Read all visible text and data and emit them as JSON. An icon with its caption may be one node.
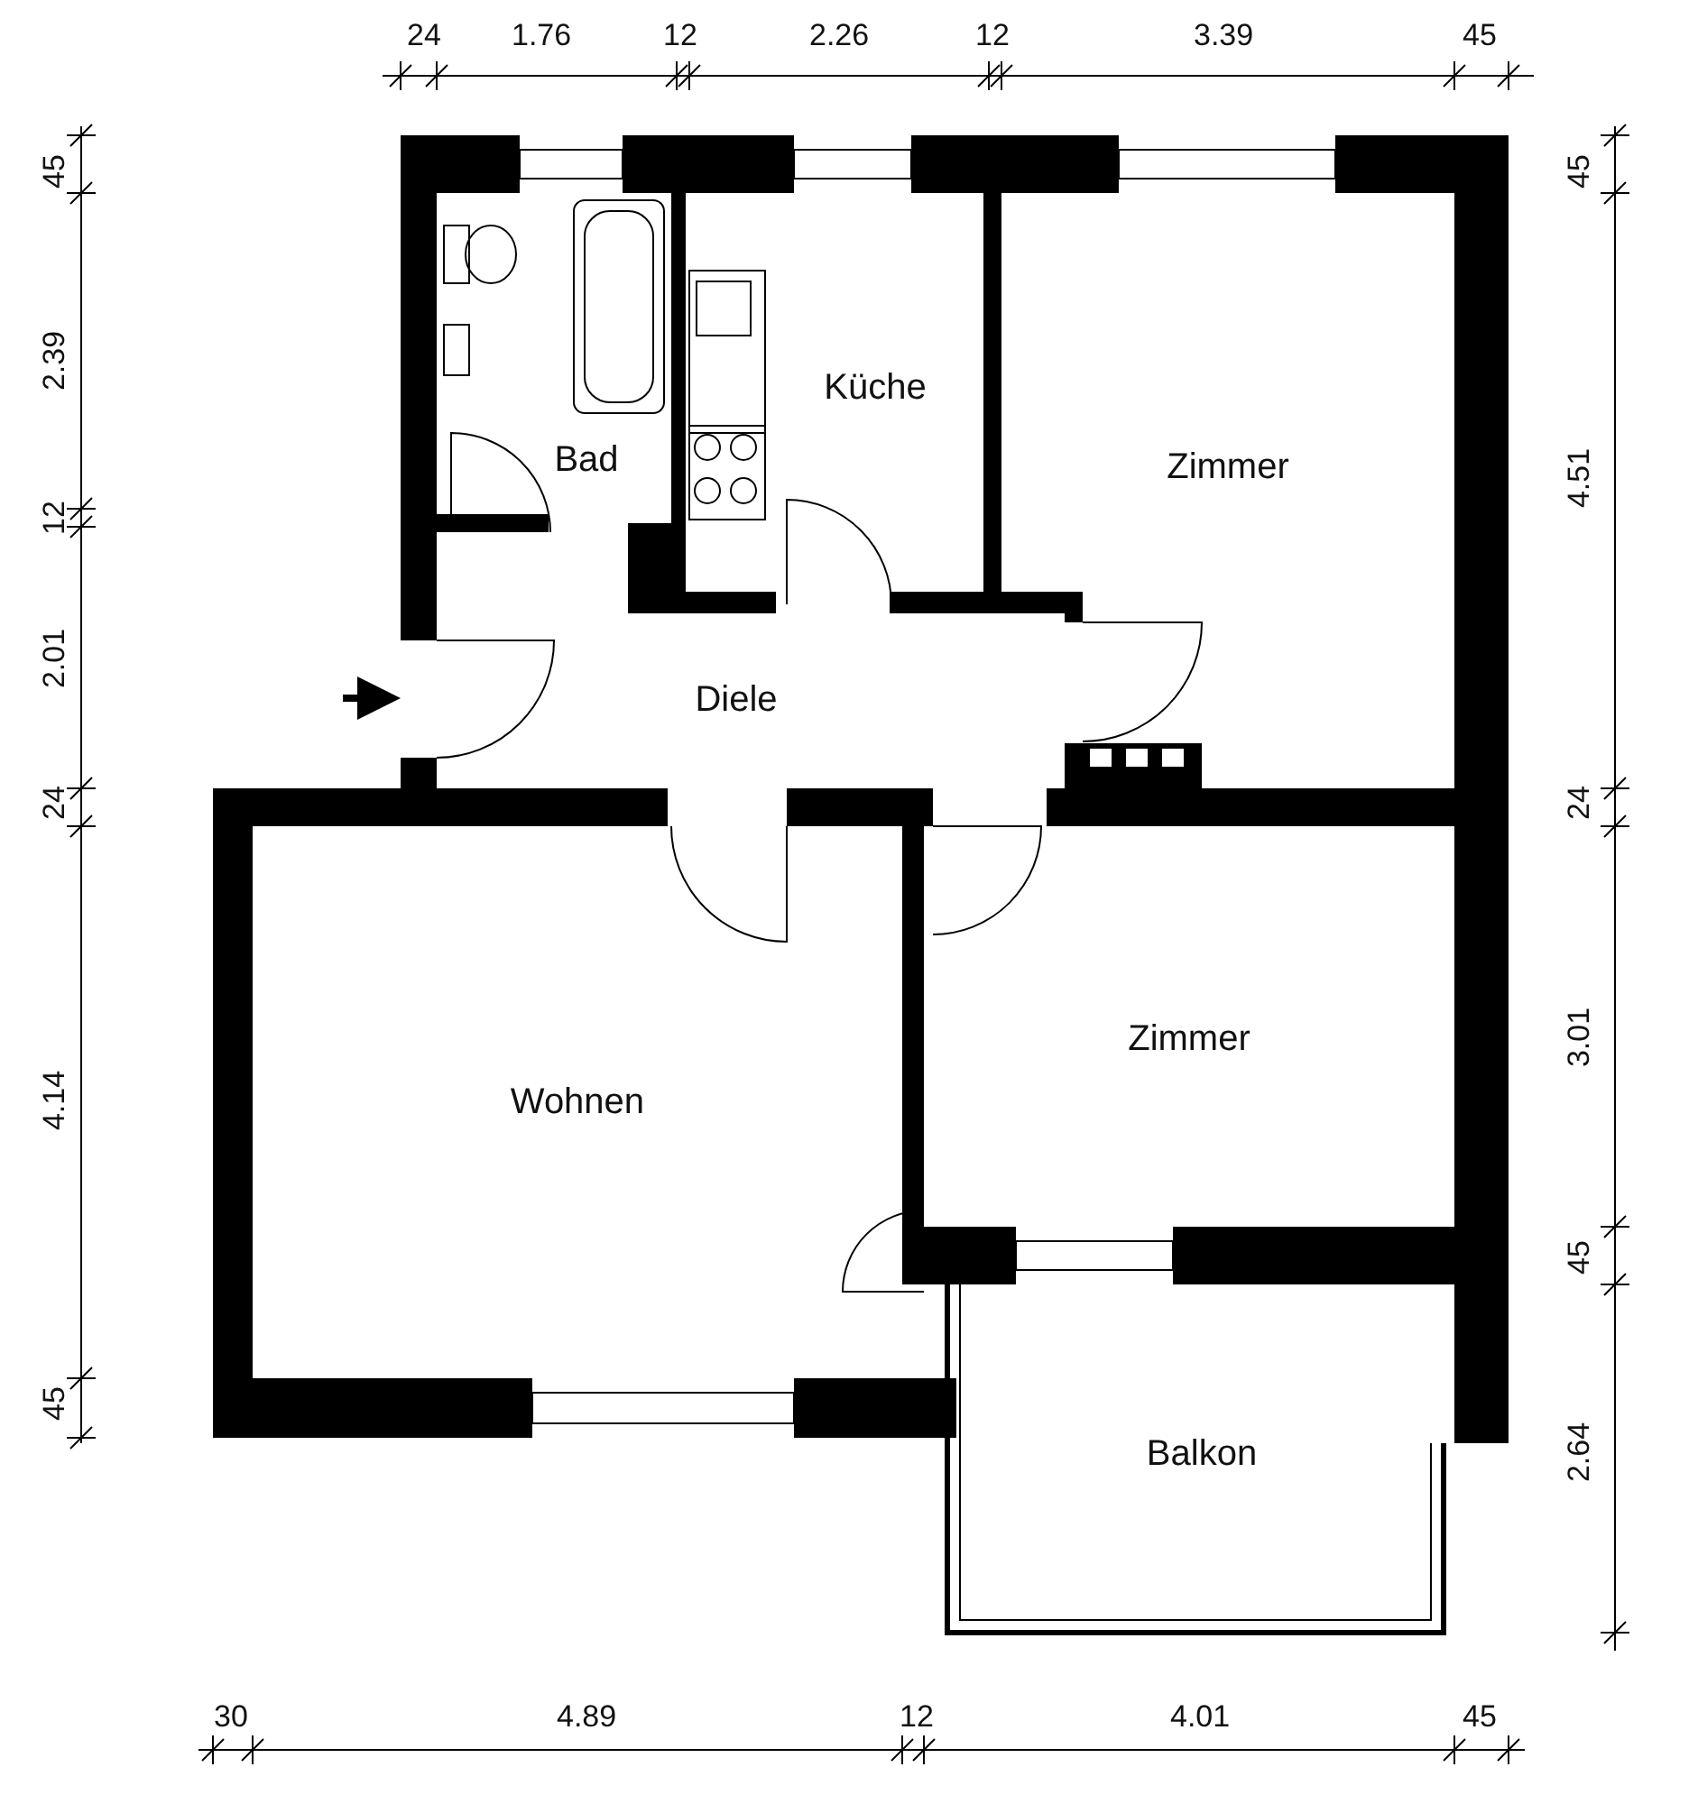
{
  "diagram": {
    "nodes": [
      {
        "text": [
          "Bad"
        ]
      },
      {
        "text": [
          "Küche"
        ]
      },
      {
        "text": [
          "Zimmer"
        ]
      },
      {
        "text": [
          "Diele"
        ]
      },
      {
        "text": [
          "Zimmer"
        ]
      },
      {
        "text": [
          "Wohnen"
        ]
      },
      {
        "text": [
          "Balkon"
        ]
      }
    ],
    "labels": [
      "24",
      "1.76",
      "12",
      "2.26",
      "12",
      "3.39",
      "45",
      "45",
      "2.39",
      "12",
      "2.01",
      "24",
      "4.14",
      "45",
      "45",
      "4.51",
      "24",
      "3.01",
      "45",
      "2.64",
      "30",
      "4.89",
      "12",
      "4.01",
      "45"
    ]
  }
}
